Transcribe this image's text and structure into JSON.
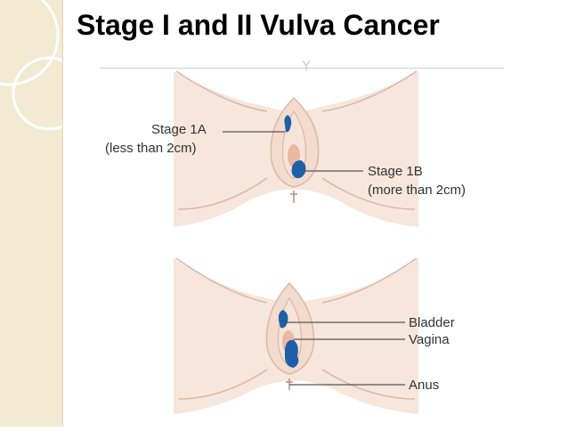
{
  "slide": {
    "title": "Stage I and II Vulva Cancer"
  },
  "top_diagram": {
    "stage_1a_label": "Stage 1A",
    "stage_1a_sublabel": "(less than 2cm)",
    "stage_1b_label": "Stage 1B",
    "stage_1b_sublabel": "(more than 2cm)"
  },
  "bottom_diagram": {
    "bladder_label": "Bladder",
    "vagina_label": "Vagina",
    "anus_label": "Anus"
  },
  "colors": {
    "skin": "#f6e6db",
    "skin_line": "#d9b8a8",
    "tumor": "#1f5fa8",
    "leader_line": "#555555",
    "sidebar": "#f3ead3"
  }
}
